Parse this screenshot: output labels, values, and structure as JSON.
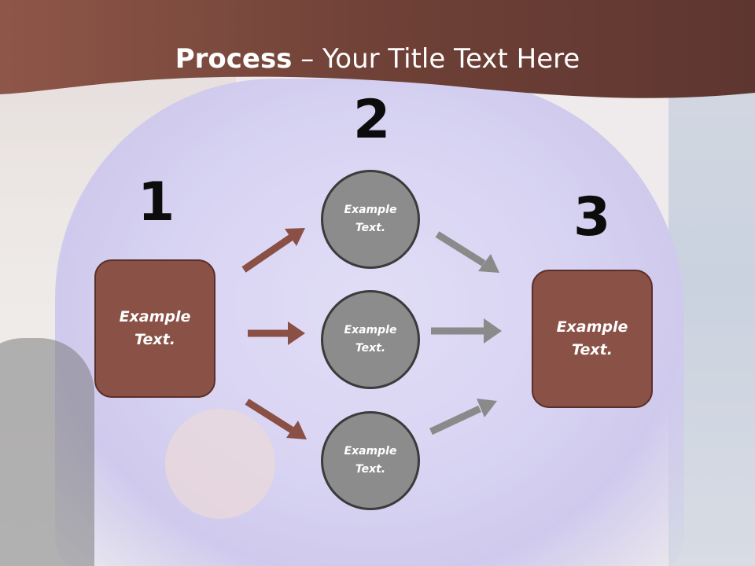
{
  "slide": {
    "title_bold": "Process",
    "title_rest": " – Your Title Text Here"
  },
  "steps": {
    "step1": {
      "number": "1",
      "text_line1": "Example",
      "text_line2": "Text."
    },
    "step2": {
      "number": "2"
    },
    "step3": {
      "number": "3",
      "text_line1": "Example",
      "text_line2": "Text."
    }
  },
  "circles": [
    {
      "text_line1": "Example",
      "text_line2": "Text."
    },
    {
      "text_line1": "Example",
      "text_line2": "Text."
    },
    {
      "text_line1": "Example",
      "text_line2": "Text."
    }
  ],
  "colors": {
    "header": "#7a4a40",
    "box_fill": "#8a5147",
    "circle_fill": "#8c8c8c",
    "arrow_brown": "#8a4f45",
    "arrow_gray": "#8a8a8a"
  }
}
